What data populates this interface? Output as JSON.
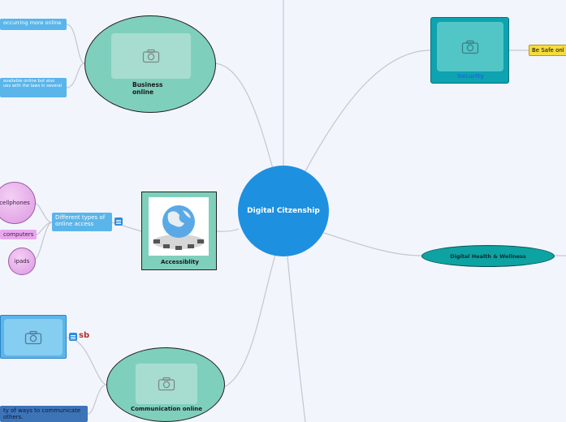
{
  "center": {
    "label": "Digital Citzenship"
  },
  "business": {
    "label": "Business\nonline",
    "note_top": "occurring more online",
    "note_bottom": "available online but also\nues with the laws in several"
  },
  "security": {
    "label": "Security",
    "tag": "Be Safe onl"
  },
  "accessibility": {
    "label": "Accessiblity",
    "branch": "Different types of\nonline access",
    "items": [
      "cellphones",
      "computers",
      "ipads"
    ]
  },
  "health": {
    "label": "Digital Health & Wellness"
  },
  "communication": {
    "label": "Communication online",
    "note_bottom": "ty of ways to communicate\nothers.",
    "sb_text": "sb"
  },
  "colors": {
    "center": "#1e90e0",
    "teal": "#7fcfbd",
    "security": "#0da3b0",
    "health": "#0da3a3",
    "yellow_tag": "#f5dc3c",
    "note": "#5ab5ea",
    "pink": "#dc98e2"
  },
  "icons": [
    "camera-icon",
    "globe-network-icon",
    "notes-icon"
  ]
}
